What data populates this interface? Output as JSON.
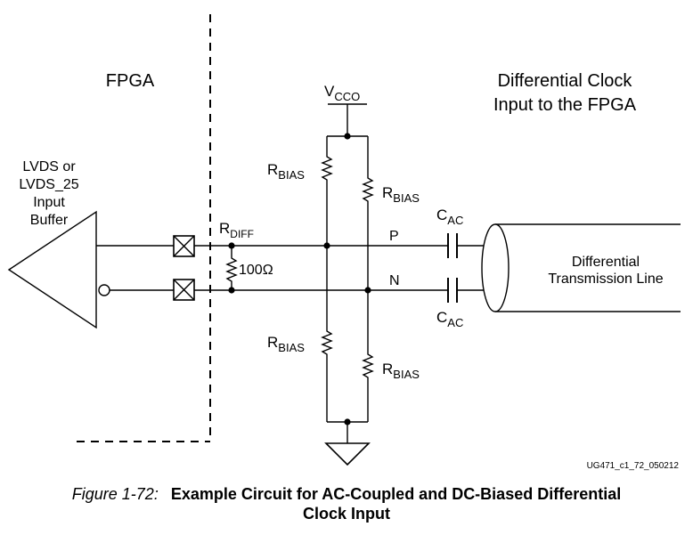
{
  "labels": {
    "fpga": "FPGA",
    "input_buffer": [
      "LVDS or",
      "LVDS_25",
      "Input",
      "Buffer"
    ],
    "diff_clock": [
      "Differential Clock",
      "Input to the FPGA"
    ],
    "vcco": {
      "main": "V",
      "sub": "CCO"
    },
    "rdiff": {
      "main": "R",
      "sub": "DIFF"
    },
    "r100": "100Ω",
    "rbias": {
      "main": "R",
      "sub": "BIAS"
    },
    "cac": {
      "main": "C",
      "sub": "AC"
    },
    "p": "P",
    "n": "N",
    "tline": [
      "Differential",
      "Transmission Line"
    ],
    "figure_id": "UG471_c1_72_050212"
  },
  "caption": {
    "number": "Figure 1-72:",
    "title_line1": "Example Circuit for AC-Coupled and DC-Biased Differential",
    "title_line2": "Clock Input"
  }
}
